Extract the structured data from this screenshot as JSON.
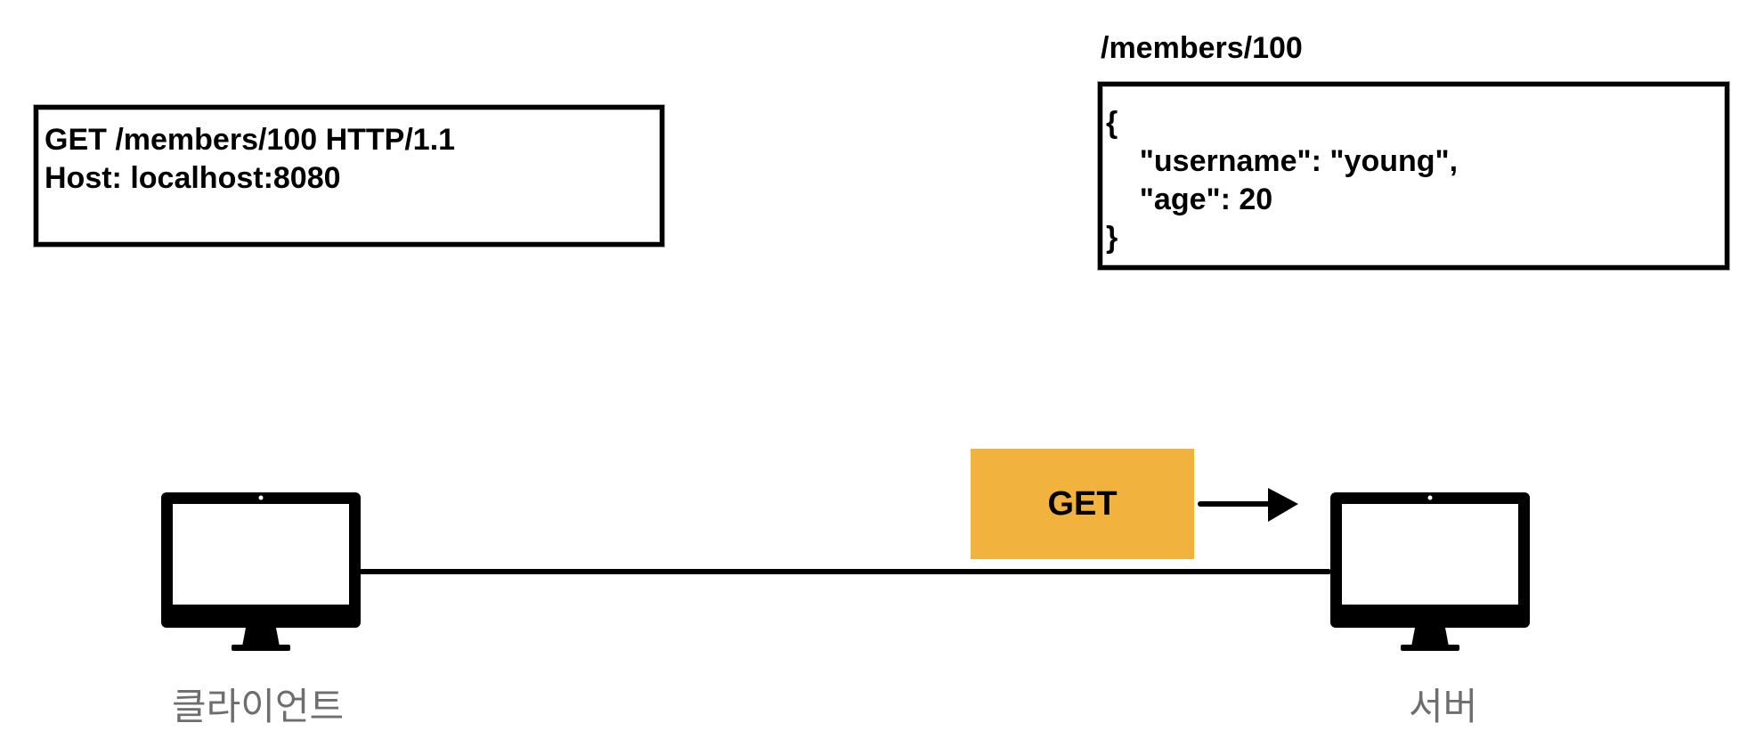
{
  "request": {
    "lines": [
      "GET /members/100 HTTP/1.1",
      "Host: localhost:8080"
    ]
  },
  "resource": {
    "title": "/members/100",
    "lines": [
      "{",
      "    \"username\": \"young\",",
      "    \"age\": 20",
      "}"
    ]
  },
  "method_badge": {
    "label": "GET",
    "color": "#F2B23E"
  },
  "client": {
    "label": "클라이언트",
    "icon": "monitor-icon"
  },
  "server": {
    "label": "서버",
    "icon": "monitor-icon"
  }
}
